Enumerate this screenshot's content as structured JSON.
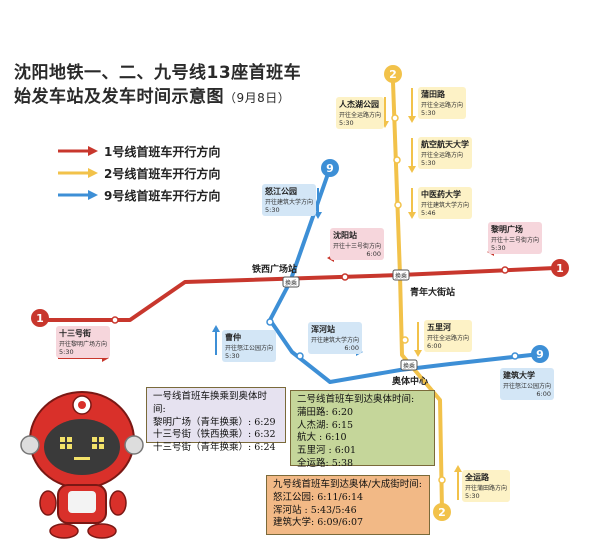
{
  "title": {
    "line1": "沈阳地铁一、二、九号线13座首班车",
    "line2": "始发车站及发车时间示意图",
    "date": "（9月8日）"
  },
  "legend": [
    {
      "label": "1号线首班车开行方向",
      "color": "#c8372d"
    },
    {
      "label": "2号线首班车开行方向",
      "color": "#f2c24a"
    },
    {
      "label": "9号线首班车开行方向",
      "color": "#3d8fd6"
    }
  ],
  "line_badges": {
    "l1": "1",
    "l2": "2",
    "l9": "9"
  },
  "stations": {
    "tiexi": "铁西广场站",
    "qingnian": "青年大街站",
    "aoti": "奥体中心",
    "transfer": "换乘"
  },
  "cards": {
    "renjie": {
      "name": "人杰湖公园",
      "dir": "开往全运路方向",
      "time": "5:30"
    },
    "putian": {
      "name": "蒲田路",
      "dir": "开往全运路方向",
      "time": "5:30"
    },
    "hangkong": {
      "name": "航空航天大学",
      "dir": "开往全运路方向",
      "time": "5:30"
    },
    "zhongyi": {
      "name": "中医药大学",
      "dir": "开往建筑大学方向",
      "time": "5:46"
    },
    "nujiang": {
      "name": "怒江公园",
      "dir": "开往建筑大学方向",
      "time": "5:30"
    },
    "shenyang": {
      "name": "沈阳站",
      "dir": "开往十三号街方向",
      "time": "6:00"
    },
    "liming": {
      "name": "黎明广场",
      "dir": "开往十三号街方向",
      "time": "5:30"
    },
    "shisan": {
      "name": "十三号街",
      "dir": "开往黎明广场方向",
      "time": "5:30"
    },
    "caozhong": {
      "name": "曹仲",
      "dir": "开往怒江公园方向",
      "time": "5:30"
    },
    "hunhe": {
      "name": "浑河站",
      "dir": "开往建筑大学方向",
      "time": "6:00"
    },
    "wulihe": {
      "name": "五里河",
      "dir": "开往全运路方向",
      "time": "6:00"
    },
    "jianzhu": {
      "name": "建筑大学",
      "dir": "开往怒江公园方向",
      "time": "6:00"
    },
    "quanyun": {
      "name": "全运路",
      "dir": "开往蒲田路方向",
      "time": "5:30"
    }
  },
  "info1": {
    "heading": "一号线首班车换乘到奥体时间:",
    "rows": [
      "黎明广场（青年换乘）: 6:29",
      "十三号街（铁西换乘）: 6:32",
      "十三号街（青年换乘）: 6:24"
    ]
  },
  "info2": {
    "heading": "二号线首班车到达奥体时间:",
    "rows": [
      "蒲田路: 6:20",
      "人杰湖: 6:15",
      "航大 : 6:10",
      "五里河 : 6:01",
      "全运路: 5:38"
    ]
  },
  "info3": {
    "heading": "九号线首班车到达奥体/大成街时间:",
    "rows": [
      "怒江公园: 6:11/6:14",
      "浑河站 : 5:43/5:46",
      "建筑大学: 6:09/6:07"
    ]
  }
}
